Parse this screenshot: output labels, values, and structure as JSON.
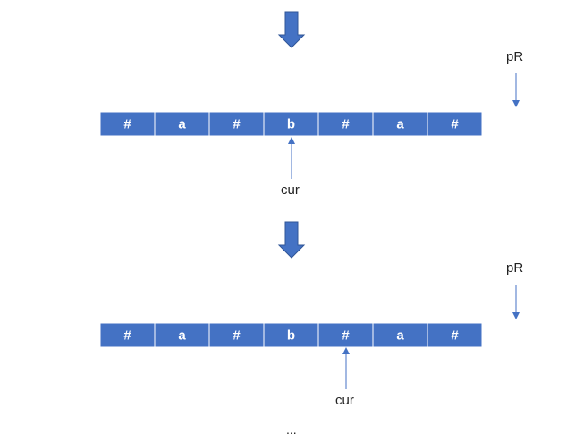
{
  "diagram": {
    "colors": {
      "cell_fill": "#4472C4",
      "cell_border": "#ffffff",
      "cell_text": "#ffffff",
      "arrow": "#4472C4",
      "arrow_outline": "#2F5597",
      "thin_arrow": "#4472C4"
    },
    "steps": [
      {
        "cells": [
          "#",
          "a",
          "#",
          "b",
          "#",
          "a",
          "#"
        ],
        "cur_index": 3,
        "pointer_right_label": "pR",
        "cur_label": "cur"
      },
      {
        "cells": [
          "#",
          "a",
          "#",
          "b",
          "#",
          "a",
          "#"
        ],
        "cur_index": 4,
        "pointer_right_label": "pR",
        "cur_label": "cur"
      }
    ],
    "continuation": "..."
  }
}
